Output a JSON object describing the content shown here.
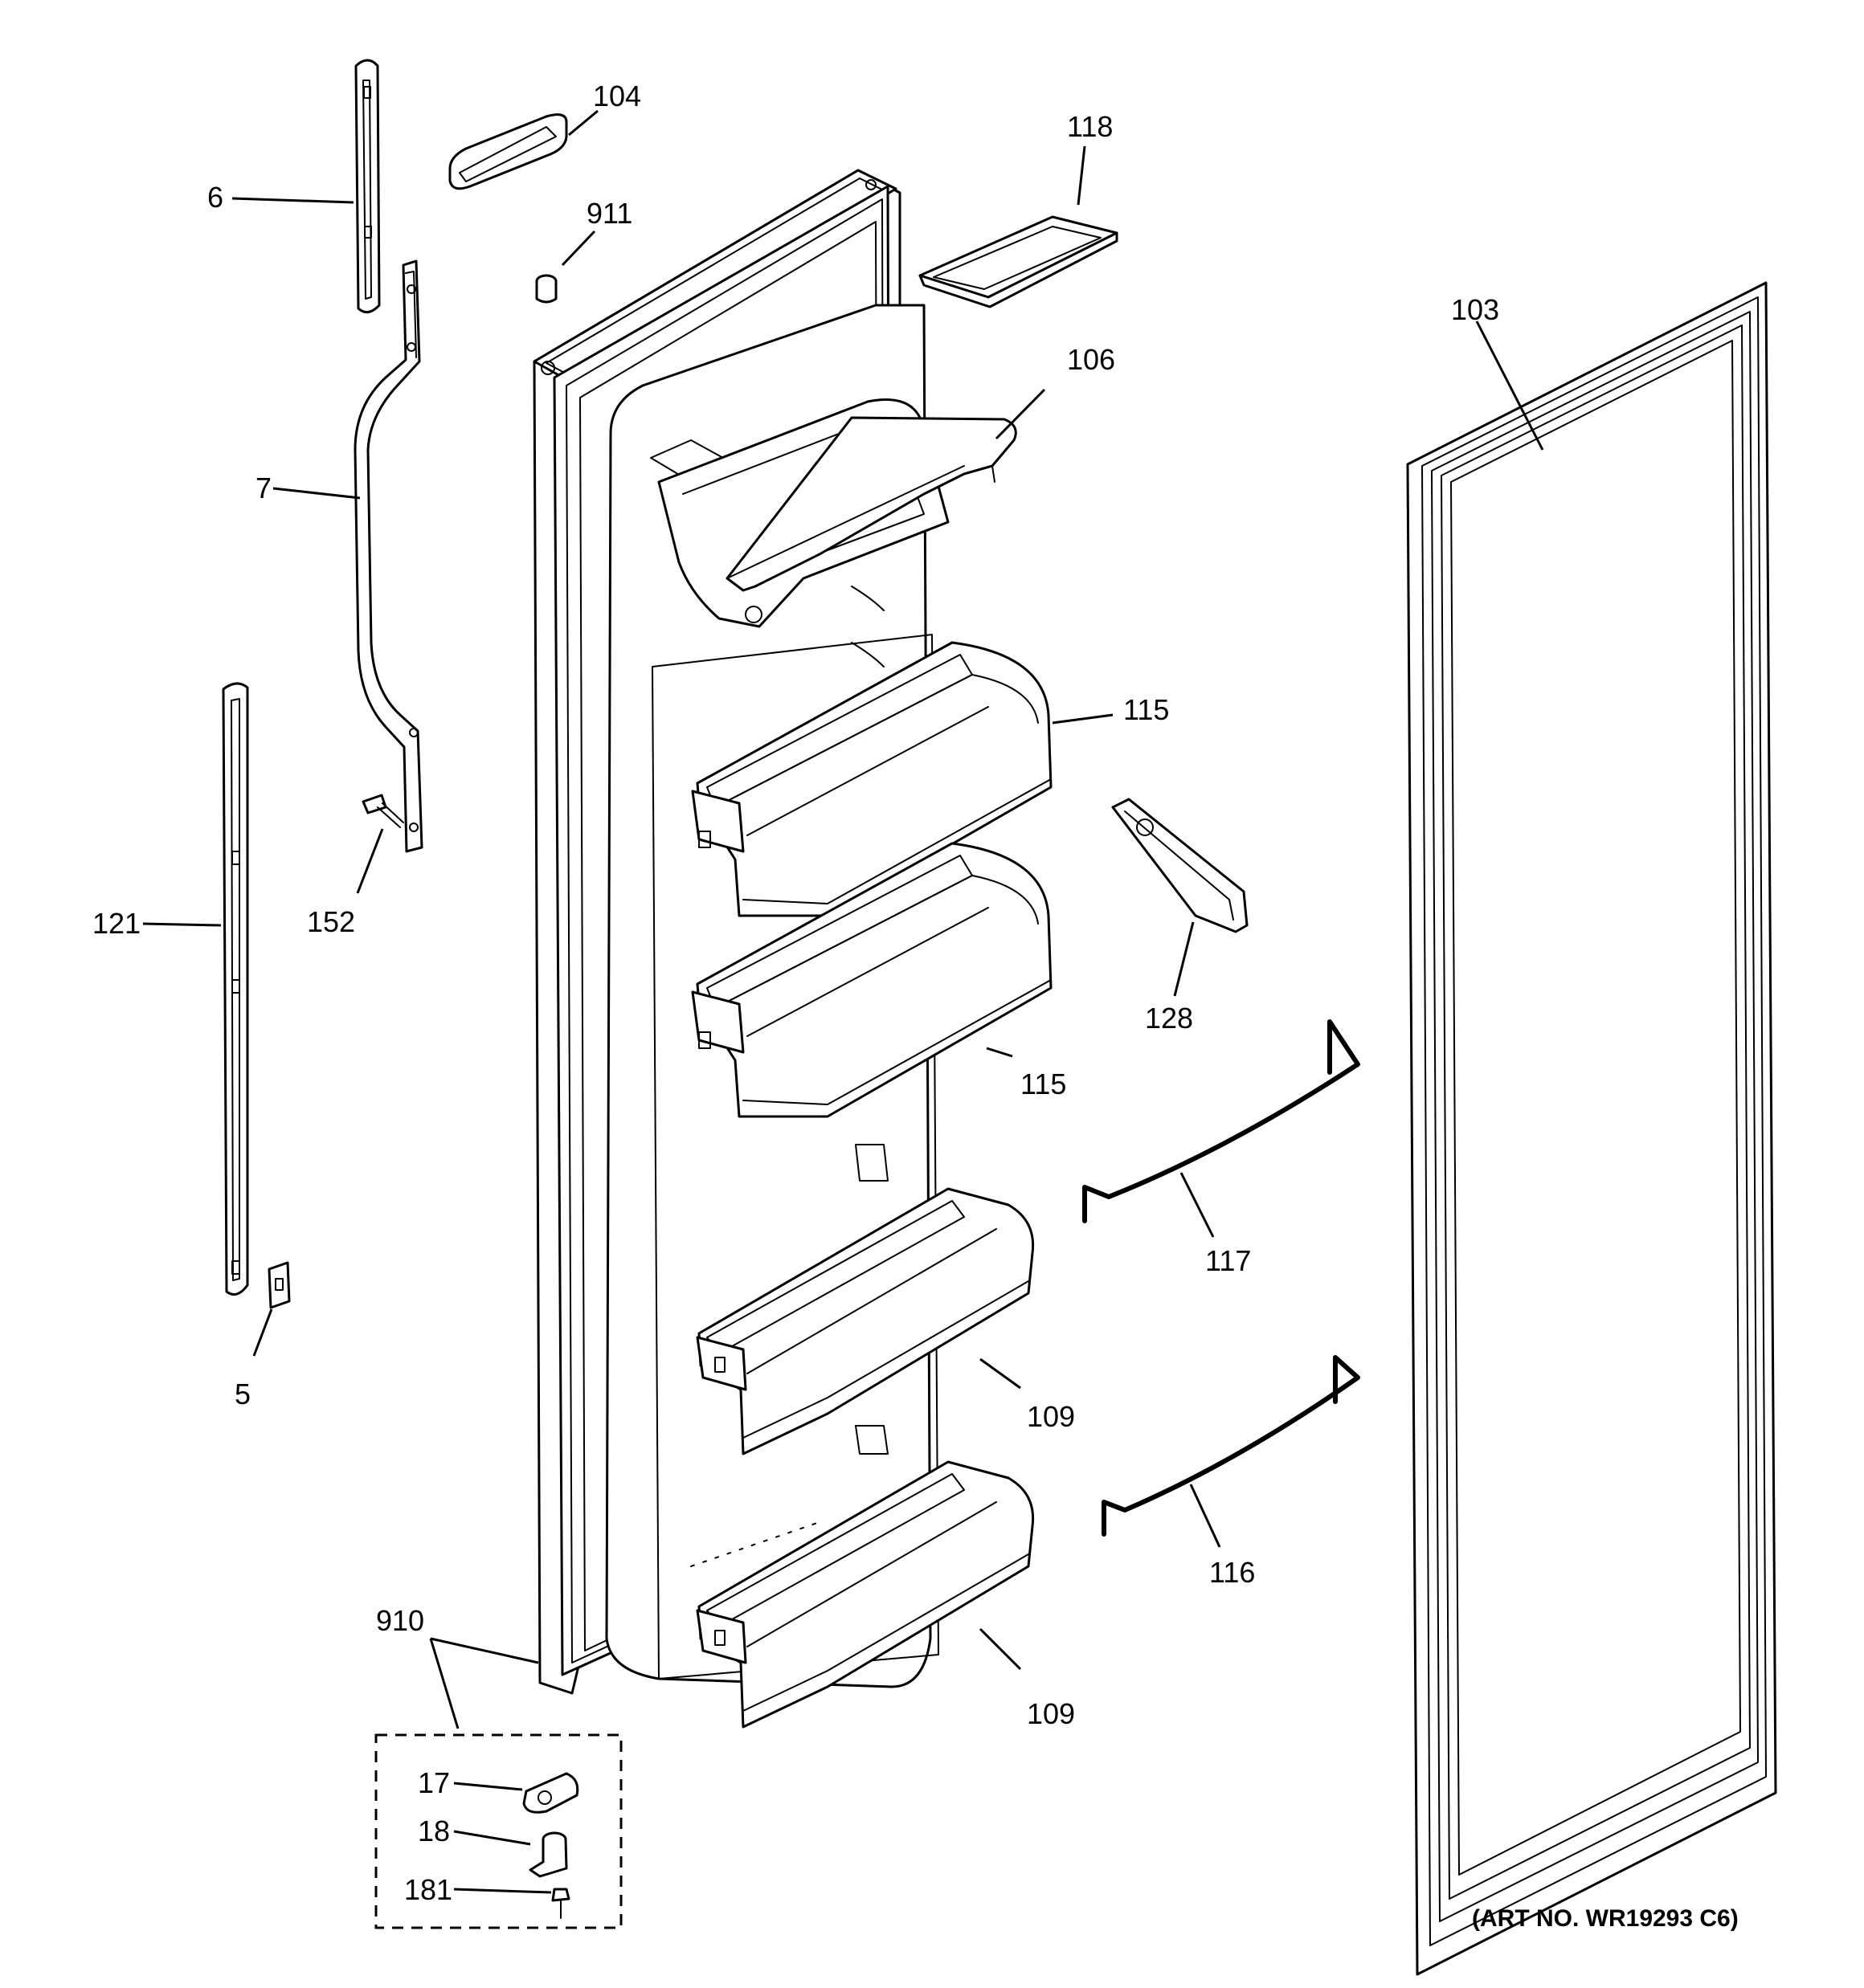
{
  "callouts": {
    "p104": "104",
    "p118": "118",
    "p6": "6",
    "p911": "911",
    "p103": "103",
    "p106": "106",
    "p7": "7",
    "p115a": "115",
    "p121": "121",
    "p152": "152",
    "p128": "128",
    "p115b": "115",
    "p117": "117",
    "p5": "5",
    "p109a": "109",
    "p116": "116",
    "p910": "910",
    "p109b": "109",
    "p17": "17",
    "p18": "18",
    "p181": "181"
  },
  "art_number": "(ART NO. WR19293 C6)"
}
